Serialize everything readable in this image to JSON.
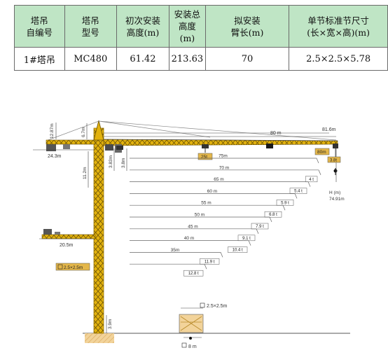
{
  "table": {
    "headers": [
      [
        "塔吊",
        "自编号"
      ],
      [
        "塔吊",
        "型号"
      ],
      [
        "初次安装",
        "高度(m)"
      ],
      [
        "安装总",
        "高度",
        "(m)"
      ],
      [
        "拟安装",
        "臂长(m)"
      ],
      [
        "单节标准节尺寸",
        "(长×宽×高)(m)"
      ]
    ],
    "row": [
      "1#塔吊",
      "MC480",
      "61.42",
      "213.63",
      "70",
      "2.5×2.5×5.78"
    ]
  },
  "diagram": {
    "dims": {
      "peak_height": "12.87m",
      "head_height": "6.7m",
      "counter_jib": "24.3m",
      "tower_head": "11.2m",
      "trolley_a": "3.83m",
      "trolley_b": "3.8m",
      "jib_80": "80 m",
      "jib_816": "81.6m",
      "lower_counter": "20.5m",
      "section": "2.5×2.5m",
      "base_section": "2.5×2.5m",
      "base_height": "3.9m",
      "foundation": "8 m",
      "hook_height": "H (m)",
      "hook_value": "74.91m"
    },
    "weights": {
      "top_box": "25t",
      "tip_box": "80m",
      "tip_load": "3.8t"
    },
    "load_chart": [
      {
        "radius": "75m",
        "load": ""
      },
      {
        "radius": "70 m",
        "load": "4 t"
      },
      {
        "radius": "65 m",
        "load": "5.4 t"
      },
      {
        "radius": "60 m",
        "load": "5.9 t"
      },
      {
        "radius": "55 m",
        "load": "6.8 t"
      },
      {
        "radius": "50 m",
        "load": "7.9 t"
      },
      {
        "radius": "45 m",
        "load": "9.1 t"
      },
      {
        "radius": "40 m",
        "load": "10.4 t"
      },
      {
        "radius": "35m",
        "load": "11.9 t"
      },
      {
        "radius": "",
        "load": "12.8 t"
      }
    ]
  },
  "colors": {
    "mast": "#e2b20e",
    "lattice": "#4a4a4a",
    "header_bg": "#bfe5c5",
    "box": "#e4b74a"
  }
}
